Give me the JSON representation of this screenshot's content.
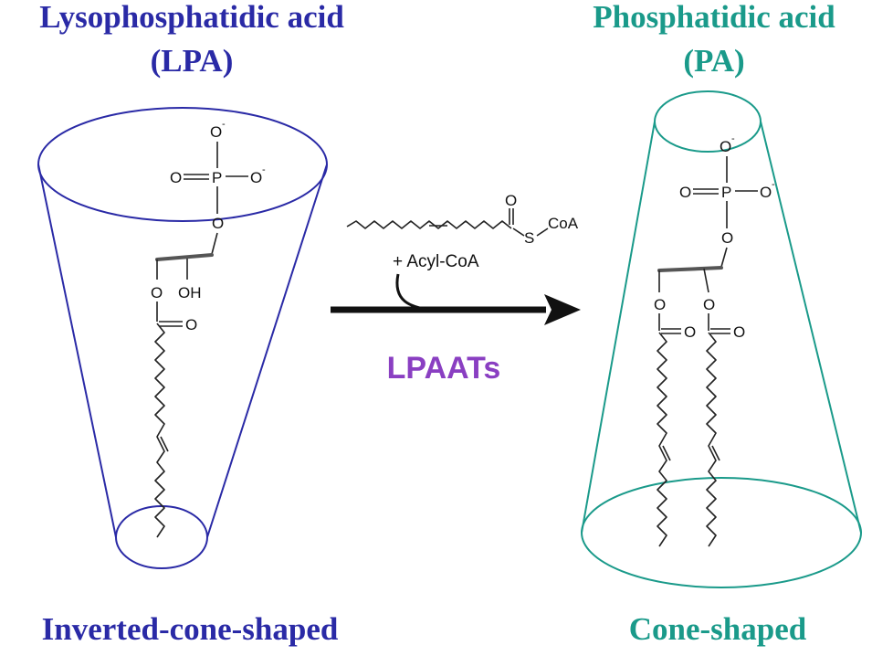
{
  "colors": {
    "lpa": "#2a2aa6",
    "pa": "#1a9a8a",
    "enzyme": "#8a3fc2",
    "arrow": "#111111"
  },
  "lpa": {
    "name_line1": "Lysophosphatidic acid",
    "name_line2": "(LPA)",
    "shape": "Inverted-cone-shaped"
  },
  "pa": {
    "name_line1": "Phosphatidic acid",
    "name_line2": "(PA)",
    "shape": "Cone-shaped"
  },
  "reaction": {
    "reagent": "+ Acyl-CoA",
    "coa_label": "CoA",
    "thioester_s": "S",
    "enzyme": "LPAATs"
  },
  "atoms": {
    "o": "O",
    "p": "P",
    "oh": "OH",
    "charge": "-"
  }
}
